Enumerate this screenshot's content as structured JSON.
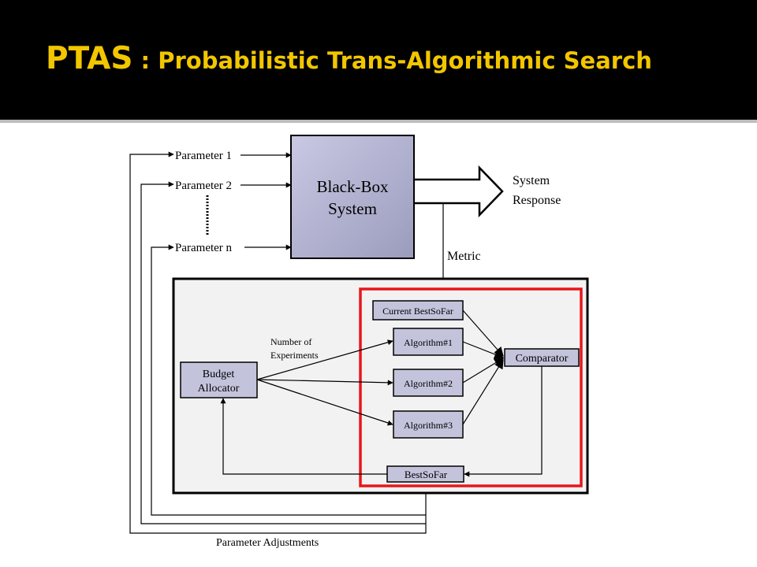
{
  "slide": {
    "title_main": "PTAS",
    "title_sep": " : ",
    "title_rest": "Probabilistic Trans-Algorithmic Search",
    "title_color": "#f2c600"
  },
  "diagram": {
    "param_1": "Parameter 1",
    "param_2": "Parameter 2",
    "param_n": "Parameter n",
    "blackbox_line1": "Black-Box",
    "blackbox_line2": "System",
    "response_line1": "System",
    "response_line2": "Response",
    "metric": "Metric",
    "current_best": "Current BestSoFar",
    "algo_1": "Algorithm#1",
    "algo_2": "Algorithm#2",
    "algo_3": "Algorithm#3",
    "comparator": "Comparator",
    "budget_line1": "Budget",
    "budget_line2": "Allocator",
    "num_exp_line1": "Number of",
    "num_exp_line2": "Experiments",
    "bestsofar": "BestSoFar",
    "param_adjust": "Parameter Adjustments",
    "highlight_color": "#e8161b",
    "box_fill": "#c3c3dc",
    "panel_fill": "#f2f2f2"
  }
}
